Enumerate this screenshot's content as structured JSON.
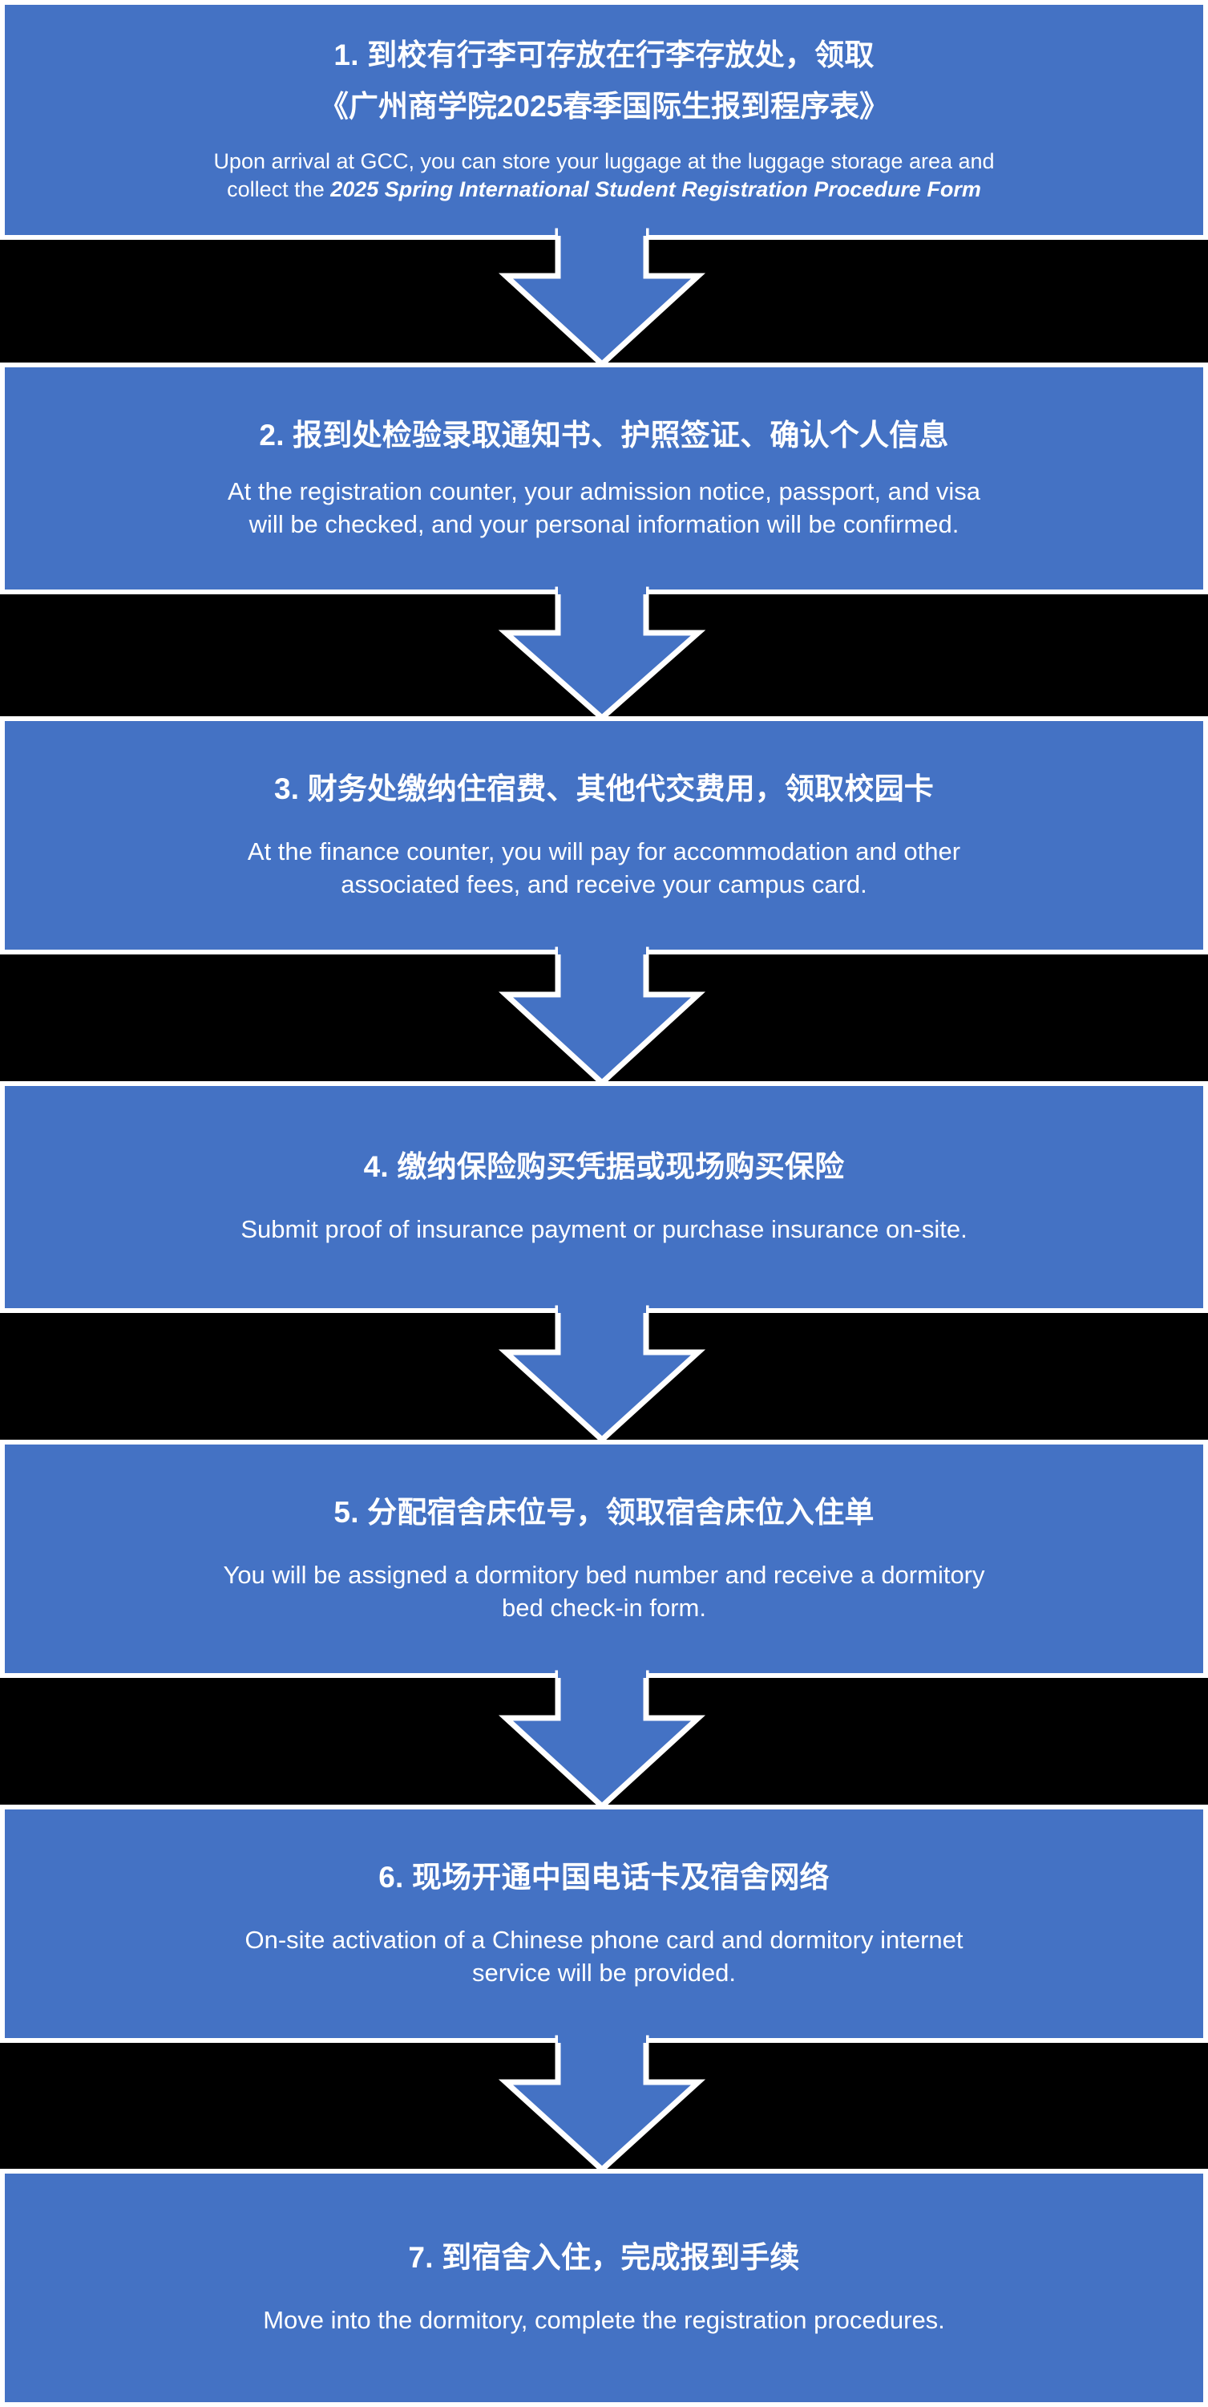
{
  "document": {
    "type": "flowchart",
    "title": "2025 Spring International Student Registration Procedure",
    "orientation": "vertical-top-to-bottom",
    "background_color": "#000000",
    "box_fill_color": "#4472C4",
    "box_border_color": "#FFFFFF",
    "text_color": "#FFFFFF",
    "arrow_fill_color": "#4472C4",
    "arrow_outline_color": "#FFFFFF",
    "step_count": 7,
    "connector_count": 6
  },
  "steps": [
    {
      "number": "1",
      "title_cn_line1": "1. 到校有行李可存放在行李存放处，领取",
      "title_cn_line2": "《广州商学院2025春季国际生报到程序表》",
      "desc_en_line1": "Upon arrival at GCC, you can store your luggage at the luggage storage area and",
      "desc_en_line2_plain": "collect the ",
      "desc_en_line2_italic": "2025 Spring International Student Registration Procedure Form"
    },
    {
      "number": "2",
      "title_cn": "2. 报到处检验录取通知书、护照签证、确认个人信息",
      "desc_en_line1": "At the registration counter, your admission notice, passport, and visa",
      "desc_en_line2": "will be checked, and your personal information will be confirmed."
    },
    {
      "number": "3",
      "title_cn": "3. 财务处缴纳住宿费、其他代交费用，领取校园卡",
      "desc_en_line1": "At the finance counter, you will pay for accommodation and other",
      "desc_en_line2": "associated fees, and receive your campus card."
    },
    {
      "number": "4",
      "title_cn": "4. 缴纳保险购买凭据或现场购买保险",
      "desc_en_line1": "Submit proof of insurance payment or purchase insurance on-site.",
      "desc_en_line2": ""
    },
    {
      "number": "5",
      "title_cn": "5. 分配宿舍床位号，领取宿舍床位入住单",
      "desc_en_line1": "You will be assigned a dormitory bed number and receive a dormitory",
      "desc_en_line2": "bed check-in form."
    },
    {
      "number": "6",
      "title_cn": "6. 现场开通中国电话卡及宿舍网络",
      "desc_en_line1": "On-site activation of a Chinese phone card and dormitory internet",
      "desc_en_line2": "service will be provided."
    },
    {
      "number": "7",
      "title_cn": "7. 到宿舍入住，完成报到手续",
      "desc_en_line1": "Move into the dormitory, complete the registration procedures.",
      "desc_en_line2": ""
    }
  ],
  "connectors": [
    {
      "from_step": "1",
      "to_step": "2",
      "shape": "down-arrow"
    },
    {
      "from_step": "2",
      "to_step": "3",
      "shape": "down-arrow"
    },
    {
      "from_step": "3",
      "to_step": "4",
      "shape": "down-arrow"
    },
    {
      "from_step": "4",
      "to_step": "5",
      "shape": "down-arrow"
    },
    {
      "from_step": "5",
      "to_step": "6",
      "shape": "down-arrow"
    },
    {
      "from_step": "6",
      "to_step": "7",
      "shape": "down-arrow"
    }
  ]
}
